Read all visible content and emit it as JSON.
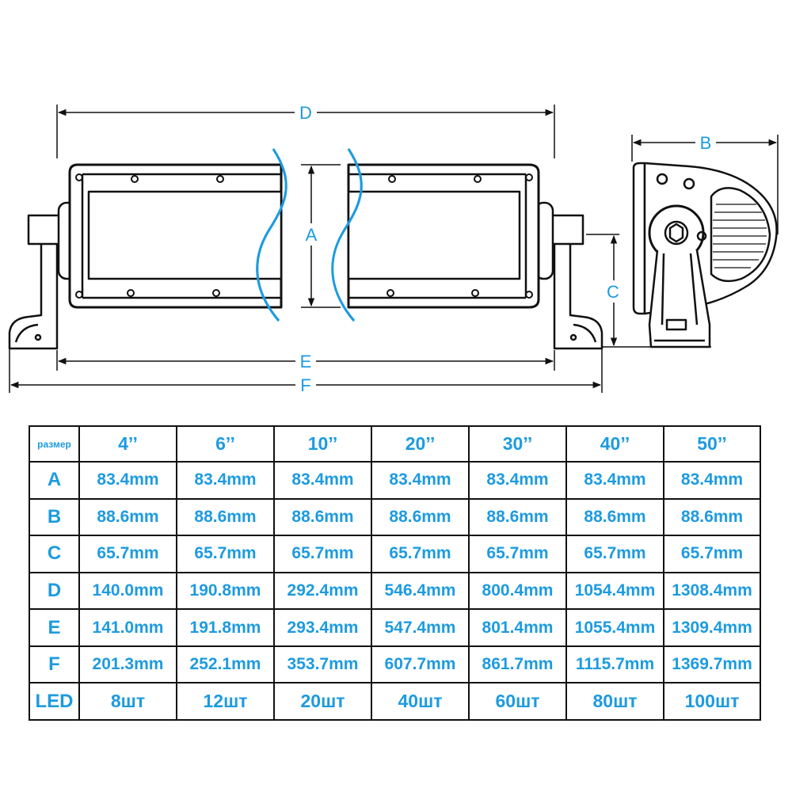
{
  "drawing": {
    "front_view_labels": {
      "D": "D",
      "A": "A",
      "E": "E",
      "F": "F"
    },
    "side_view_labels": {
      "B": "B",
      "C": "C"
    },
    "line_color": "#111111",
    "dimension_color": "#1d9be0"
  },
  "table": {
    "corner_label": "размер",
    "sizes": [
      "4’’",
      "6’’",
      "10’’",
      "20’’",
      "30’’",
      "40’’",
      "50’’"
    ],
    "rows": [
      {
        "label": "A",
        "values": [
          "83.4mm",
          "83.4mm",
          "83.4mm",
          "83.4mm",
          "83.4mm",
          "83.4mm",
          "83.4mm"
        ]
      },
      {
        "label": "B",
        "values": [
          "88.6mm",
          "88.6mm",
          "88.6mm",
          "88.6mm",
          "88.6mm",
          "88.6mm",
          "88.6mm"
        ]
      },
      {
        "label": "C",
        "values": [
          "65.7mm",
          "65.7mm",
          "65.7mm",
          "65.7mm",
          "65.7mm",
          "65.7mm",
          "65.7mm"
        ]
      },
      {
        "label": "D",
        "values": [
          "140.0mm",
          "190.8mm",
          "292.4mm",
          "546.4mm",
          "800.4mm",
          "1054.4mm",
          "1308.4mm"
        ]
      },
      {
        "label": "E",
        "values": [
          "141.0mm",
          "191.8mm",
          "293.4mm",
          "547.4mm",
          "801.4mm",
          "1055.4mm",
          "1309.4mm"
        ]
      },
      {
        "label": "F",
        "values": [
          "201.3mm",
          "252.1mm",
          "353.7mm",
          "607.7mm",
          "861.7mm",
          "1115.7mm",
          "1369.7mm"
        ]
      },
      {
        "label": "LED",
        "values": [
          "8шт",
          "12шт",
          "20шт",
          "40шт",
          "60шт",
          "80шт",
          "100шт"
        ]
      }
    ],
    "text_color": "#1d9be0"
  }
}
